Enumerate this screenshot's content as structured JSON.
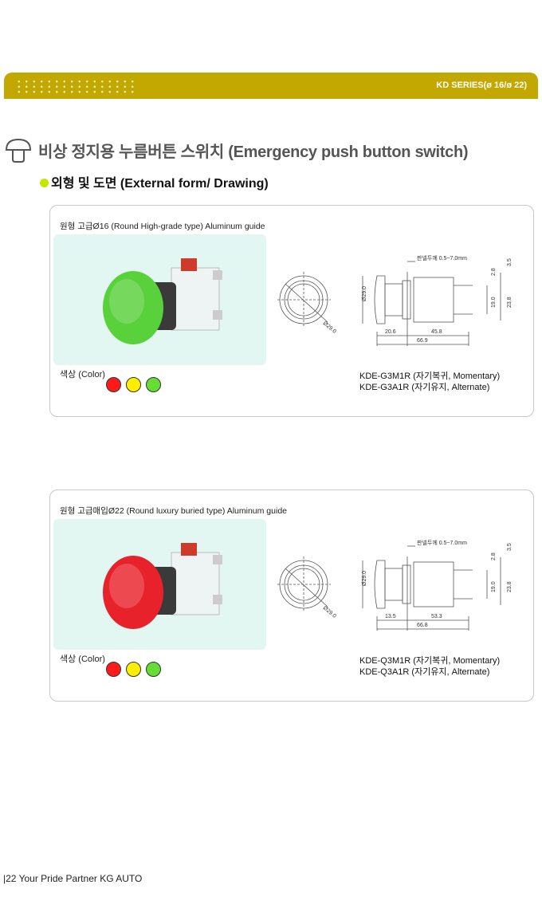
{
  "header": {
    "series": "KD SERIES(ø 16/ø 22)"
  },
  "title": "비상 정지용 누름버튼 스위치 (Emergency push button switch)",
  "subtitle": "외형 및 도면 (External form/ Drawing)",
  "products": [
    {
      "label": "원형 고급Ø16 (Round High-grade type) Aluminum guide",
      "button_color": "#58d13a",
      "color_label": "색상 (Color)",
      "colors": [
        "#ff1a1a",
        "#ffee00",
        "#66dd33"
      ],
      "panel": "판넬두께 0.5~7.0mm",
      "dims": {
        "d1": "Ø29.0",
        "d2": "Ø29.0",
        "a": "20.6",
        "b": "45.8",
        "c": "66.9",
        "h1": "2.8",
        "h2": "3.5",
        "h3": "19.0",
        "h4": "23.8"
      },
      "models": [
        "KDE-G3M1R (자기복귀, Momentary)",
        "KDE-G3A1R (자기유지, Alternate)"
      ]
    },
    {
      "label": "원형 고급매입Ø22 (Round luxury buried type) Aluminum guide",
      "button_color": "#e8222a",
      "color_label": "색상 (Color)",
      "colors": [
        "#ff1a1a",
        "#ffee00",
        "#66dd33"
      ],
      "panel": "판넬두께 0.5~7.0mm",
      "dims": {
        "d1": "Ø29.0",
        "d2": "Ø29.0",
        "a": "13.5",
        "b": "53.3",
        "c": "66.8",
        "h1": "2.8",
        "h2": "3.5",
        "h3": "19.0",
        "h4": "23.8"
      },
      "models": [
        "KDE-Q3M1R (자기복귀, Momentary)",
        "KDE-Q3A1R (자기유지, Alternate)"
      ]
    }
  ],
  "footer": "|22  Your Pride Partner KG AUTO"
}
